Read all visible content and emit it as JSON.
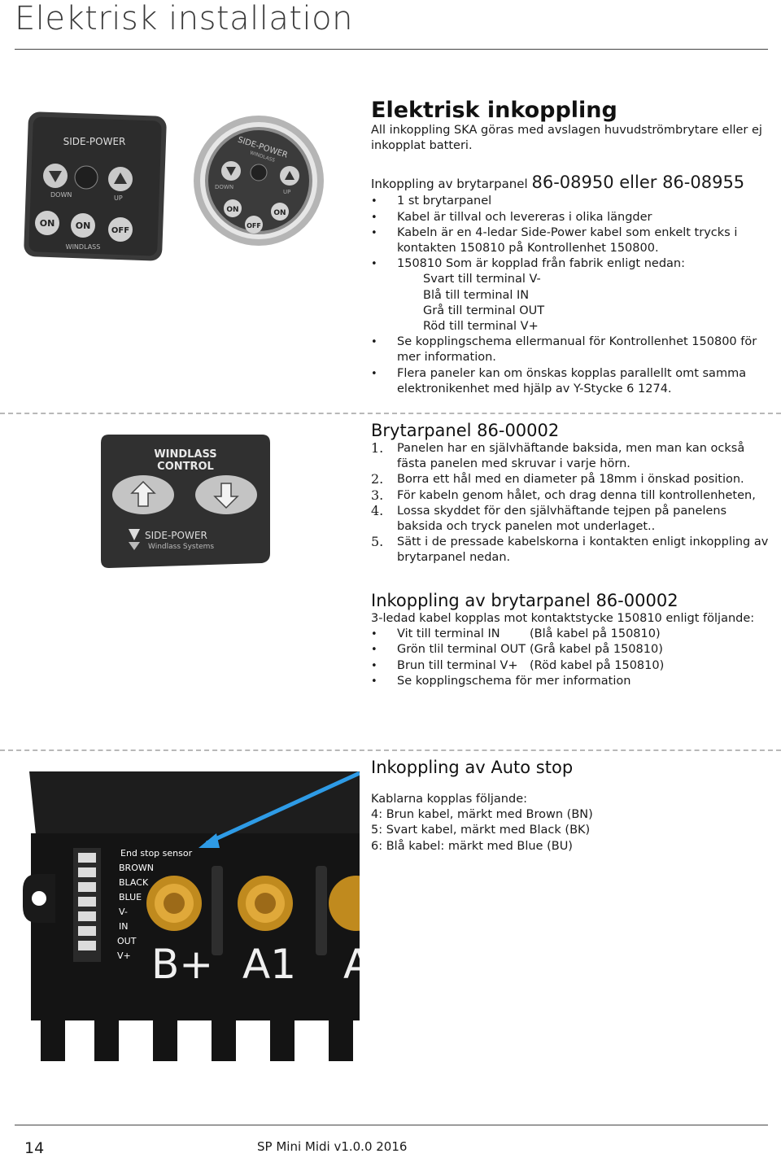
{
  "header": {
    "title": "Elektrisk installation"
  },
  "section1": {
    "heading": "Elektrisk inkoppling",
    "intro": "All inkoppling SKA göras med avslagen huvudströmbrytare eller ej inkopplat batteri.",
    "sub_heading_prefix": "Inkoppling av brytarpanel ",
    "sub_heading_models": "86-08950 eller 86-08955",
    "bullets": [
      "1 st brytarpanel",
      "Kabel är tillval och levereras i olika längder",
      "Kabeln är en 4-ledar Side-Power kabel som enkelt trycks i kontakten 150810 på Kontrollenhet 150800.",
      "150810 Som är kopplad från fabrik enligt nedan:"
    ],
    "terminals": [
      "Svart till terminal V-",
      "Blå till terminal IN",
      "Grå till terminal OUT",
      "Röd till terminal V+"
    ],
    "bullets2": [
      "Se kopplingschema ellermanual för Kontrollenhet 150800 för mer information.",
      "Flera paneler kan om önskas kopplas parallellt omt samma elektronikenhet med hjälp av Y-Stycke 6 1274."
    ],
    "panel_square": {
      "brand": "SIDE-POWER",
      "down": "DOWN",
      "up": "UP",
      "on1": "ON",
      "on2": "ON",
      "off": "OFF",
      "windlass": "WINDLASS"
    },
    "panel_round": {
      "brand": "SIDE-POWER",
      "windlass": "WINDLASS",
      "down": "DOWN",
      "up": "UP",
      "on1": "ON",
      "on2": "ON",
      "off": "OFF"
    }
  },
  "section2": {
    "heading": "Brytarpanel 86-00002",
    "steps": [
      {
        "n": "1.",
        "text": "Panelen har en självhäftande baksida, men man kan också fästa panelen med skruvar i varje hörn."
      },
      {
        "n": "2.",
        "text": "Borra ett hål med en diameter på 18mm i önskad position."
      },
      {
        "n": "3.",
        "text": "För kabeln genom hålet, och drag denna till kontrollenheten,"
      },
      {
        "n": "4.",
        "text": "Lossa skyddet för den självhäftande tejpen på panelens baksida och tryck panelen mot underlaget.."
      },
      {
        "n": "5.",
        "text": "Sätt i de pressade kabelskorna i kontakten enligt inkoppling av brytarpanel nedan."
      }
    ],
    "panel": {
      "line1": "WINDLASS",
      "line2": "CONTROL",
      "brand": "SIDE-POWER",
      "sub": "Windlass Systems"
    }
  },
  "section3": {
    "heading": "Inkoppling av brytarpanel  86-00002",
    "intro": "3-ledad kabel kopplas mot kontaktstycke 150810 enligt följande:",
    "rows": [
      {
        "a": "Vit till terminal IN",
        "b": "(Blå kabel på 150810)"
      },
      {
        "a": "Grön tlil terminal OUT",
        "b": "(Grå kabel på 150810)"
      },
      {
        "a": "Brun till terminal V+",
        "b": "(Röd kabel på 150810)"
      },
      {
        "a": "Se kopplingschema för mer information",
        "b": ""
      }
    ]
  },
  "section4": {
    "heading": "Inkoppling av Auto stop",
    "lines": [
      "Kablarna kopplas följande:",
      "4: Brun kabel, märkt med Brown (BN)",
      "5: Svart kabel, märkt med Black (BK)",
      "6: Blå kabel: märkt med Blue (BU)"
    ],
    "photo_labels": [
      "End stop sensor",
      "BROWN",
      "BLACK",
      "BLUE",
      "V-",
      "IN",
      "OUT",
      "V+"
    ],
    "terminal_b": "B+",
    "terminal_a1": "A1",
    "terminal_a2": "A"
  },
  "footer": {
    "page": "14",
    "text": "SP Mini Midi v1.0.0 2016"
  },
  "colors": {
    "arrow": "#2e9be6",
    "rule": "#444444",
    "dash": "#b8b8b8"
  }
}
